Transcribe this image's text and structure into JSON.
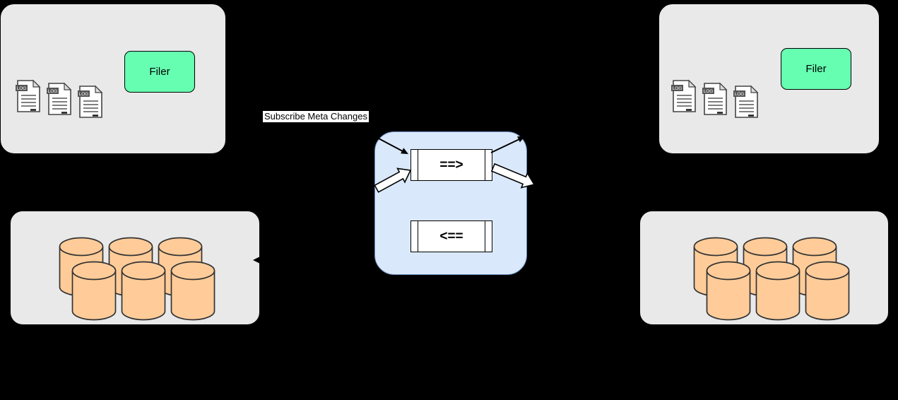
{
  "labels": {
    "subscribe": "Subscribe Meta Changes",
    "filer_left": "Filer",
    "filer_right": "Filer",
    "queue_forward": "==>",
    "queue_backward": "<==",
    "log_badge": "LOG"
  },
  "colors": {
    "background": "#000000",
    "cluster_fill": "#e9e9e9",
    "cluster_stroke": "#000000",
    "filer_fill": "#66ffb2",
    "filer_stroke": "#000000",
    "queue_panel_fill": "#dae8fc",
    "queue_panel_stroke": "#6c8ebf",
    "queue_fill": "#ffffff",
    "queue_stroke": "#000000",
    "cylinder_fill": "#ffcc99",
    "cylinder_stroke": "#333333",
    "subscribe_label_bg": "#ffffff",
    "subscribe_label_color": "#000000"
  }
}
